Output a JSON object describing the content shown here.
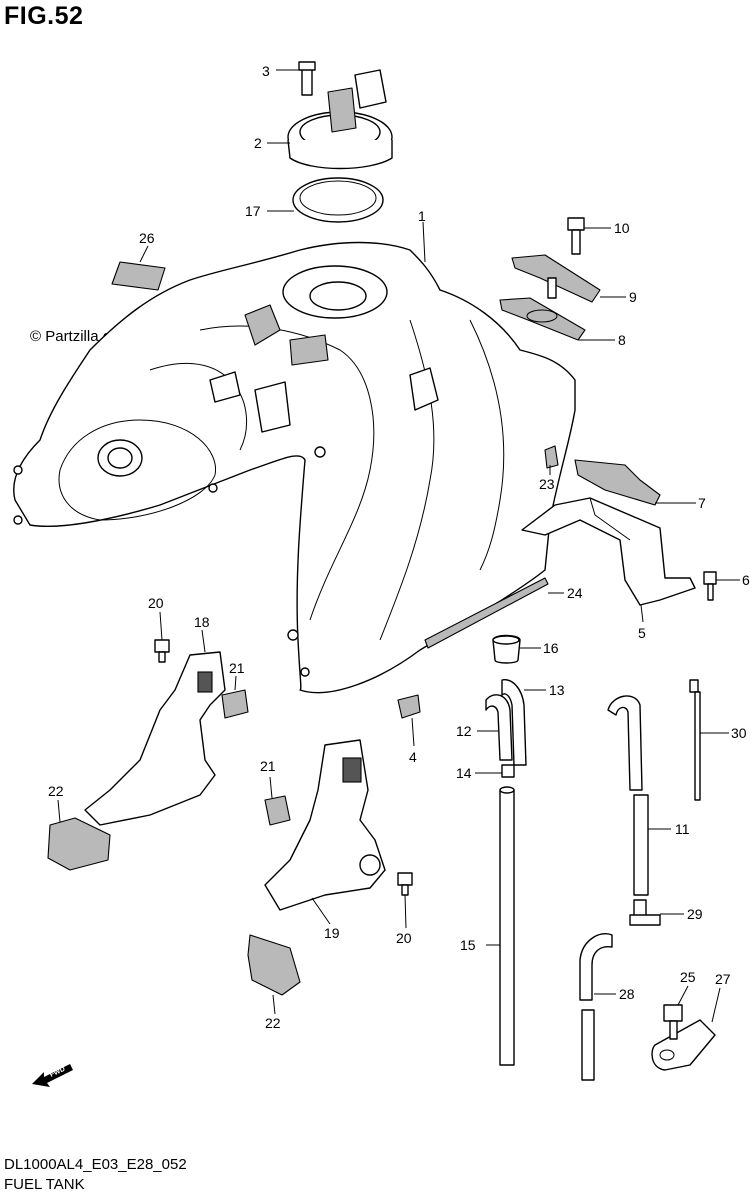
{
  "figure_title": "FIG.52",
  "watermark": "© Partzilla.com",
  "diagram_code": "DL1000AL4_E03_E28_052",
  "caption": "FUEL TANK",
  "fwd_badge": "FWD",
  "callouts": [
    "3",
    "2",
    "17",
    "26",
    "1",
    "10",
    "9",
    "8",
    "23",
    "7",
    "6",
    "24",
    "5",
    "16",
    "20",
    "18",
    "21",
    "22",
    "13",
    "12",
    "14",
    "4",
    "30",
    "11",
    "21",
    "19",
    "20",
    "22",
    "15",
    "29",
    "25",
    "27",
    "28"
  ]
}
